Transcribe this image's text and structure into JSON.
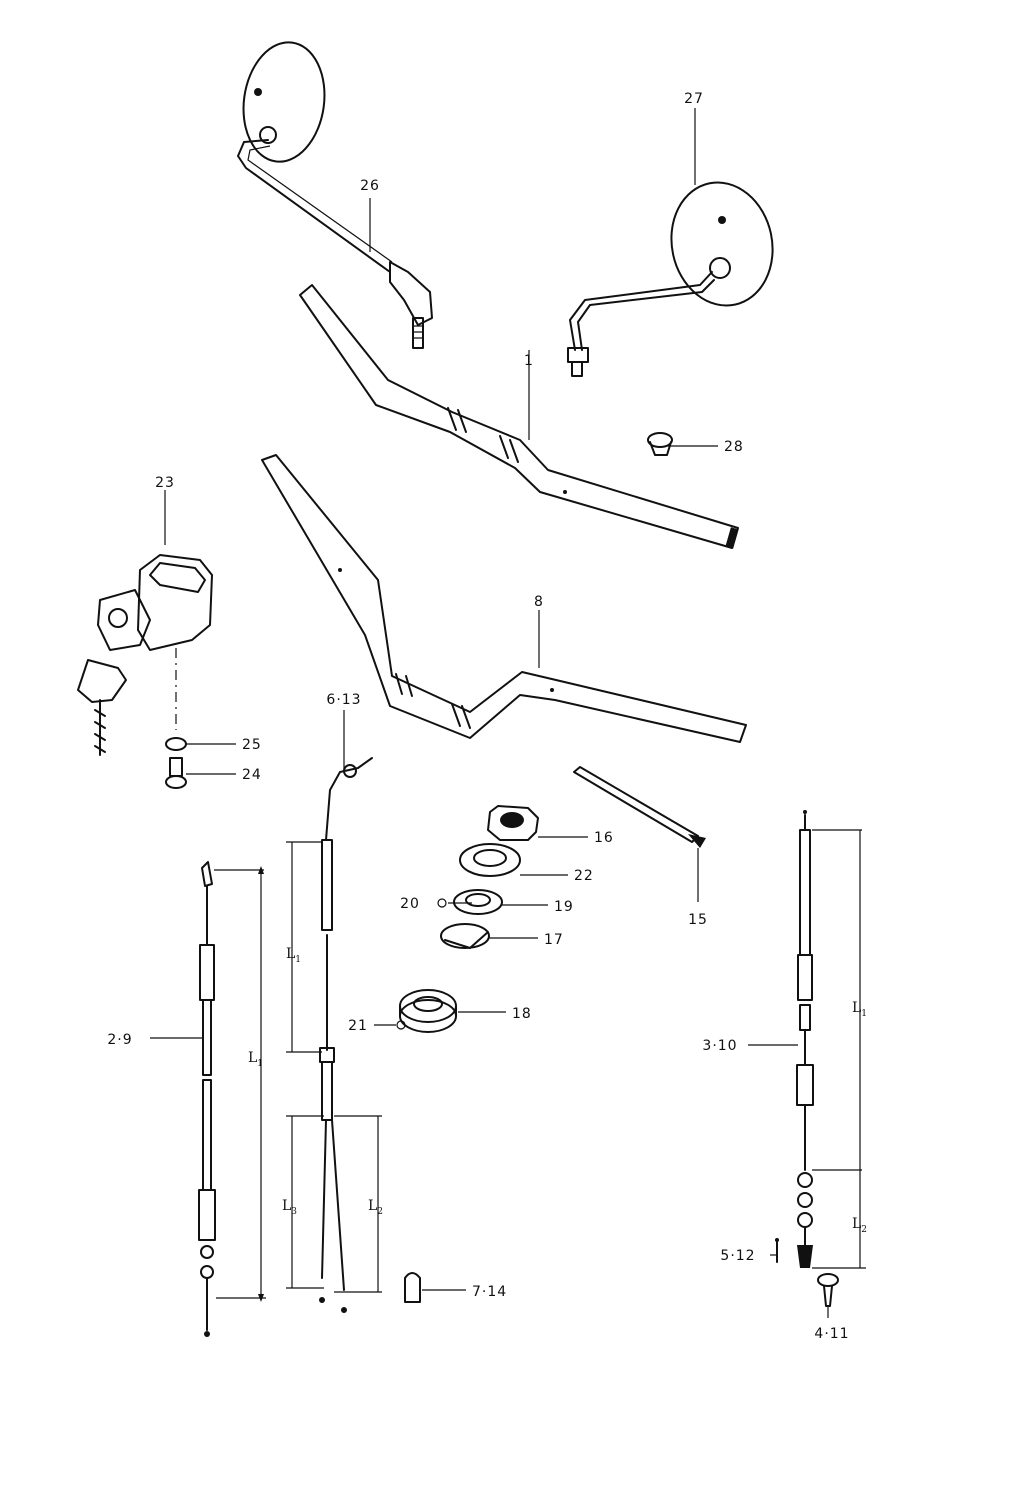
{
  "callouts": {
    "c26": "26",
    "c27": "27",
    "c1": "1",
    "c28": "28",
    "c23": "23",
    "c8": "8",
    "c25": "25",
    "c24": "24",
    "c6_13": "6·13",
    "c16": "16",
    "c22": "22",
    "c20": "20",
    "c19": "19",
    "c17": "17",
    "c15": "15",
    "c18": "18",
    "c21": "21",
    "c2_9": "2·9",
    "c3_10": "3·10",
    "c5_12": "5·12",
    "c4_11": "4·11",
    "c7_14": "7·14"
  },
  "dimensions": {
    "letter": "L",
    "sub1": "1",
    "sub2": "2",
    "sub3": "3"
  }
}
